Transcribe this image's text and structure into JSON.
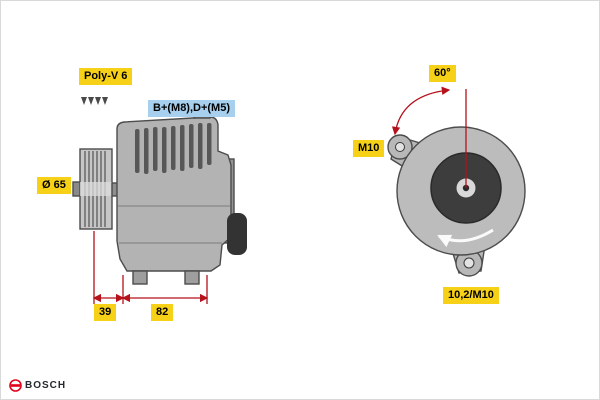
{
  "labels": {
    "belt_type": "Poly-V 6",
    "terminals": "B+(M8),D+(M5)",
    "pulley_diameter": "Ø 65",
    "dim_pulley_offset": "39",
    "dim_body_length": "82",
    "mount_angle": "60°",
    "mount_thread": "M10",
    "mount_hole": "10,2/M10"
  },
  "logo_text": "BOSCH",
  "colors": {
    "label_yellow": "#f7d117",
    "label_blue": "#a6d0ed",
    "dimension_red": "#b5121b",
    "body_gray": "#b3b3b3",
    "pulley_dark": "#3d3d3d",
    "logo_red": "#e2001a"
  }
}
